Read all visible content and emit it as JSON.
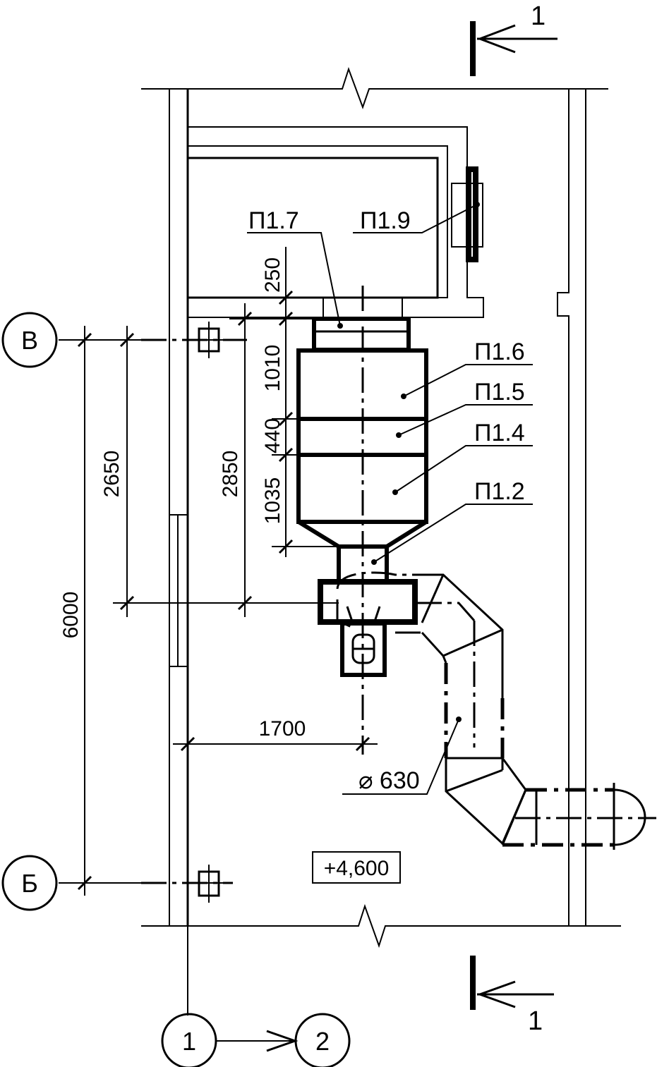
{
  "section_marks": {
    "top": "1",
    "bottom": "1"
  },
  "axes": {
    "v": "В",
    "b": "Б",
    "one": "1",
    "two": "2"
  },
  "labels": {
    "p17": "П1.7",
    "p19": "П1.9",
    "p16": "П1.6",
    "p15": "П1.5",
    "p14": "П1.4",
    "p12": "П1.2",
    "diam": "⌀ 630",
    "elevation": "+4,600"
  },
  "dimensions": {
    "d250": "250",
    "d1010": "1010",
    "d440": "440",
    "d1035": "1035",
    "d2650": "2650",
    "d2850": "2850",
    "d6000": "6000",
    "d1700": "1700"
  },
  "colors": {
    "ink": "#000000",
    "paper": "#ffffff"
  }
}
